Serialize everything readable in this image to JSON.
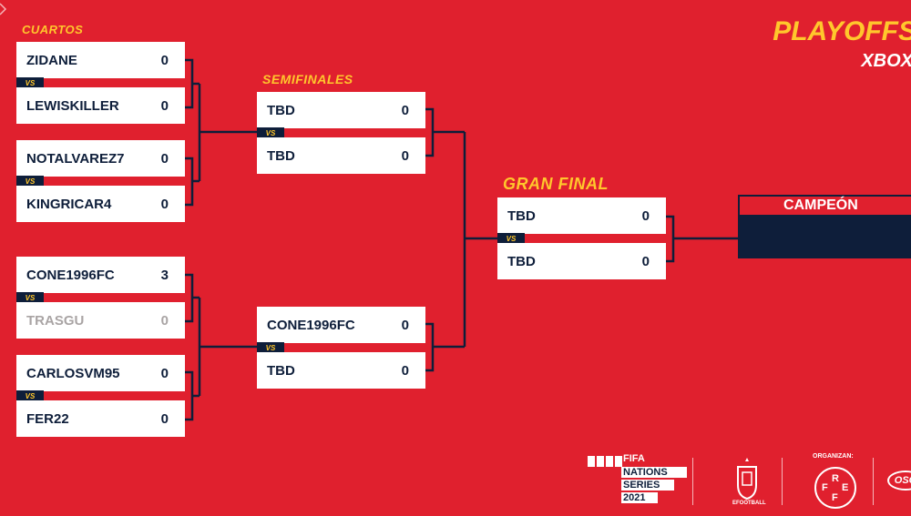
{
  "header": {
    "title": "PLAYOFFS",
    "subtitle": "XBOX"
  },
  "rounds": {
    "quarterfinals": "CUARTOS",
    "semifinals": "SEMIFINALES",
    "final": "GRAN FINAL",
    "champion": "CAMPEÓN"
  },
  "vs_label": "VS",
  "quarterfinals": [
    {
      "top": {
        "name": "ZIDANE",
        "score": "0"
      },
      "bottom": {
        "name": "LEWISKILLER",
        "score": "0"
      }
    },
    {
      "top": {
        "name": "NOTALVAREZ7",
        "score": "0"
      },
      "bottom": {
        "name": "KINGRICAR4",
        "score": "0"
      }
    },
    {
      "top": {
        "name": "CONE1996FC",
        "score": "3"
      },
      "bottom": {
        "name": "TRASGU",
        "score": "0"
      }
    },
    {
      "top": {
        "name": "CARLOSVM95",
        "score": "0"
      },
      "bottom": {
        "name": "FER22",
        "score": "0"
      }
    }
  ],
  "semifinals": [
    {
      "top": {
        "name": "TBD",
        "score": "0"
      },
      "bottom": {
        "name": "TBD",
        "score": "0"
      }
    },
    {
      "top": {
        "name": "CONE1996FC",
        "score": "0"
      },
      "bottom": {
        "name": "TBD",
        "score": "0"
      }
    }
  ],
  "final": {
    "top": {
      "name": "TBD",
      "score": "0"
    },
    "bottom": {
      "name": "TBD",
      "score": "0"
    }
  },
  "champion": {
    "name": ""
  },
  "footer": {
    "fifa": "FIFA",
    "nations": "NATIONS",
    "series": "SERIES",
    "year": "2021",
    "efootball": "EFOOTBALL",
    "organizer_label": "ORGANIZAN:",
    "rfef_letters": [
      "R",
      "F",
      "E",
      "F"
    ],
    "sponsor": "OSO"
  },
  "colors": {
    "background": "#e0202e",
    "accent": "#ffc72c",
    "navy": "#0e1e3a",
    "loser": "#a9a4a4"
  }
}
